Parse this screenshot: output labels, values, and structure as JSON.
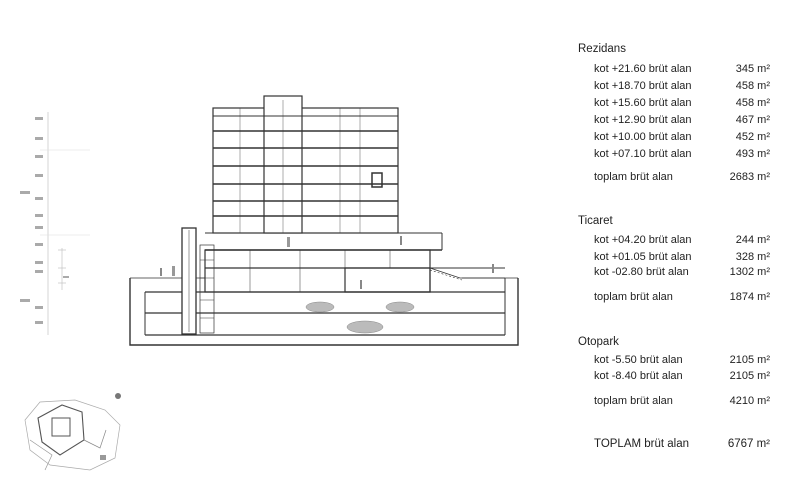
{
  "sections": [
    {
      "title": "Rezidans",
      "rows": [
        {
          "label": "kot +21.60 brüt alan",
          "value": "345 m²"
        },
        {
          "label": "kot +18.70 brüt alan",
          "value": "458 m²"
        },
        {
          "label": "kot +15.60 brüt alan",
          "value": "458 m²"
        },
        {
          "label": "kot +12.90 brüt alan",
          "value": "467 m²"
        },
        {
          "label": "kot +10.00 brüt alan",
          "value": "452 m²"
        },
        {
          "label": "kot +07.10 brüt alan",
          "value": "493 m²"
        }
      ],
      "total": {
        "label": "toplam  brüt alan",
        "value": "2683 m²"
      }
    },
    {
      "title": "Ticaret",
      "rows": [
        {
          "label": "kot +04.20 brüt alan",
          "value": "244 m²"
        },
        {
          "label": "kot +01.05 brüt alan",
          "value": "328 m²"
        },
        {
          "label": "kot -02.80 brüt alan",
          "value": "1302 m²"
        }
      ],
      "total": {
        "label": "toplam  brüt alan",
        "value": "1874 m²"
      }
    },
    {
      "title": "Otopark",
      "rows": [
        {
          "label": "kot -5.50 brüt alan",
          "value": "2105 m²"
        },
        {
          "label": "kot -8.40 brüt alan",
          "value": "2105 m²"
        }
      ],
      "total": {
        "label": "toplam  brüt alan",
        "value": "4210 m²"
      }
    }
  ],
  "grand_total": {
    "label": "TOPLAM  brüt alan",
    "value": "6767 m²"
  }
}
